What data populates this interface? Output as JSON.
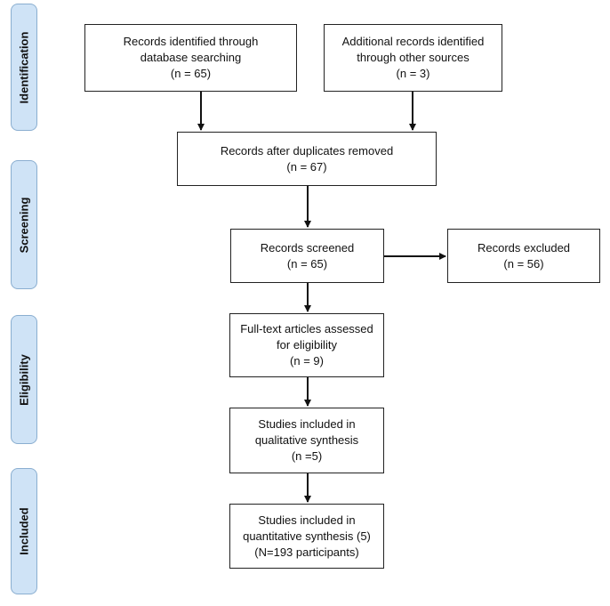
{
  "stages": {
    "identification": "Identification",
    "screening": "Screening",
    "eligibility": "Eligibility",
    "included": "Included"
  },
  "boxes": {
    "database_search": "Records identified through\ndatabase searching\n(n = 65)",
    "other_sources": "Additional records identified\nthrough other sources\n(n = 3)",
    "duplicates_removed": "Records after duplicates removed\n(n = 67)",
    "screened": "Records screened\n(n = 65)",
    "excluded": "Records excluded\n(n = 56)",
    "full_text": "Full-text articles assessed\nfor eligibility\n(n = 9)",
    "qualitative": "Studies included in\nqualitative synthesis\n(n =5)",
    "quantitative": "Studies included in\nquantitative synthesis (5)\n(N=193 participants)"
  }
}
